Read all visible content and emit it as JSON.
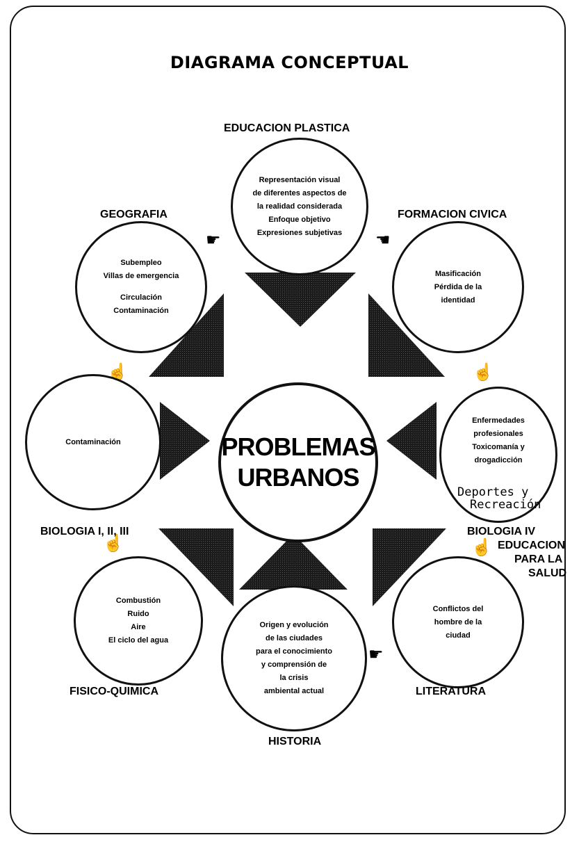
{
  "title": "DIAGRAMA CONCEPTUAL",
  "center": {
    "line1": "PROBLEMAS",
    "line2": "URBANOS"
  },
  "nodes": {
    "educacion_plastica": {
      "label": "EDUCACION PLASTICA",
      "lines": [
        "Representación visual",
        "de diferentes aspectos de",
        "la realidad considerada",
        "Enfoque objetivo",
        "Expresiones subjetivas"
      ]
    },
    "geografia": {
      "label": "GEOGRAFIA",
      "lines": [
        "Subempleo",
        "Villas de emergencia",
        "",
        "Circulación",
        "Contaminación"
      ]
    },
    "formacion_civica": {
      "label": "FORMACION CIVICA",
      "lines": [
        "Masificación",
        "Pérdida de la",
        "identidad"
      ]
    },
    "biologia_123": {
      "label": "BIOLOGIA I, II, III",
      "lines": [
        "Contaminación"
      ]
    },
    "biologia_iv": {
      "label": "BIOLOGIA IV",
      "lines": [
        "Enfermedades",
        "profesionales",
        "Toxicomanía y",
        "drogadicción"
      ],
      "note1": "Deportes y",
      "note2": "Recreación",
      "extra1": "EDUCACION",
      "extra2": "PARA LA",
      "extra3": "SALUD"
    },
    "fisico_quimica": {
      "label": "FISICO-QUIMICA",
      "lines": [
        "Combustión",
        "Ruido",
        "Aire",
        "El ciclo del agua"
      ]
    },
    "literatura": {
      "label": "LITERATURA",
      "lines": [
        "Conflictos del",
        "hombre de la",
        "ciudad"
      ]
    },
    "historia": {
      "label": "HISTORIA",
      "lines": [
        "Origen y evolución",
        "de las ciudades",
        "para el conocimiento",
        "y comprensión de",
        "la crisis",
        "ambiental actual"
      ]
    }
  },
  "colors": {
    "ink": "#111111",
    "triangle": "#1a1a1a",
    "background": "#ffffff"
  },
  "icons": [
    "hand-pointer-icon"
  ]
}
